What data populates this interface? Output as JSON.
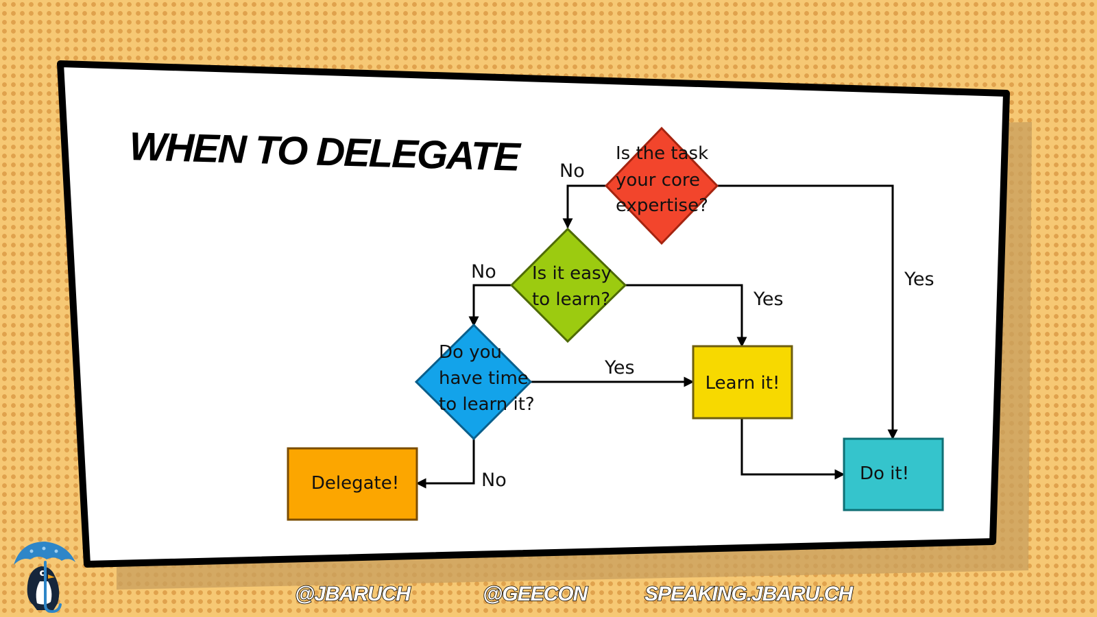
{
  "slide": {
    "title": "WHEN TO DELEGATE"
  },
  "diagram": {
    "nodes": {
      "core": {
        "lines": [
          "Is the task",
          "your core",
          "expertise?"
        ],
        "color": "#f2452c"
      },
      "easy": {
        "lines": [
          "Is it easy",
          "to learn?"
        ],
        "color": "#9ccb10"
      },
      "time": {
        "lines": [
          "Do you",
          "have time",
          "to learn it?"
        ],
        "color": "#13a3ea"
      },
      "learn": {
        "label": "Learn it!",
        "color": "#f7d900"
      },
      "delegate": {
        "label": "Delegate!",
        "color": "#fca600"
      },
      "do": {
        "label": "Do it!",
        "color": "#35c4cc"
      }
    },
    "edges": {
      "core_no": "No",
      "core_yes": "Yes",
      "easy_no": "No",
      "easy_yes": "Yes",
      "time_yes": "Yes",
      "time_no": "No"
    }
  },
  "footer": {
    "twitter": "@JBARUCH",
    "conference": "@GEECON",
    "site": "SPEAKING.JBARU.CH"
  },
  "logo": {
    "name": "penguin-umbrella-logo"
  }
}
